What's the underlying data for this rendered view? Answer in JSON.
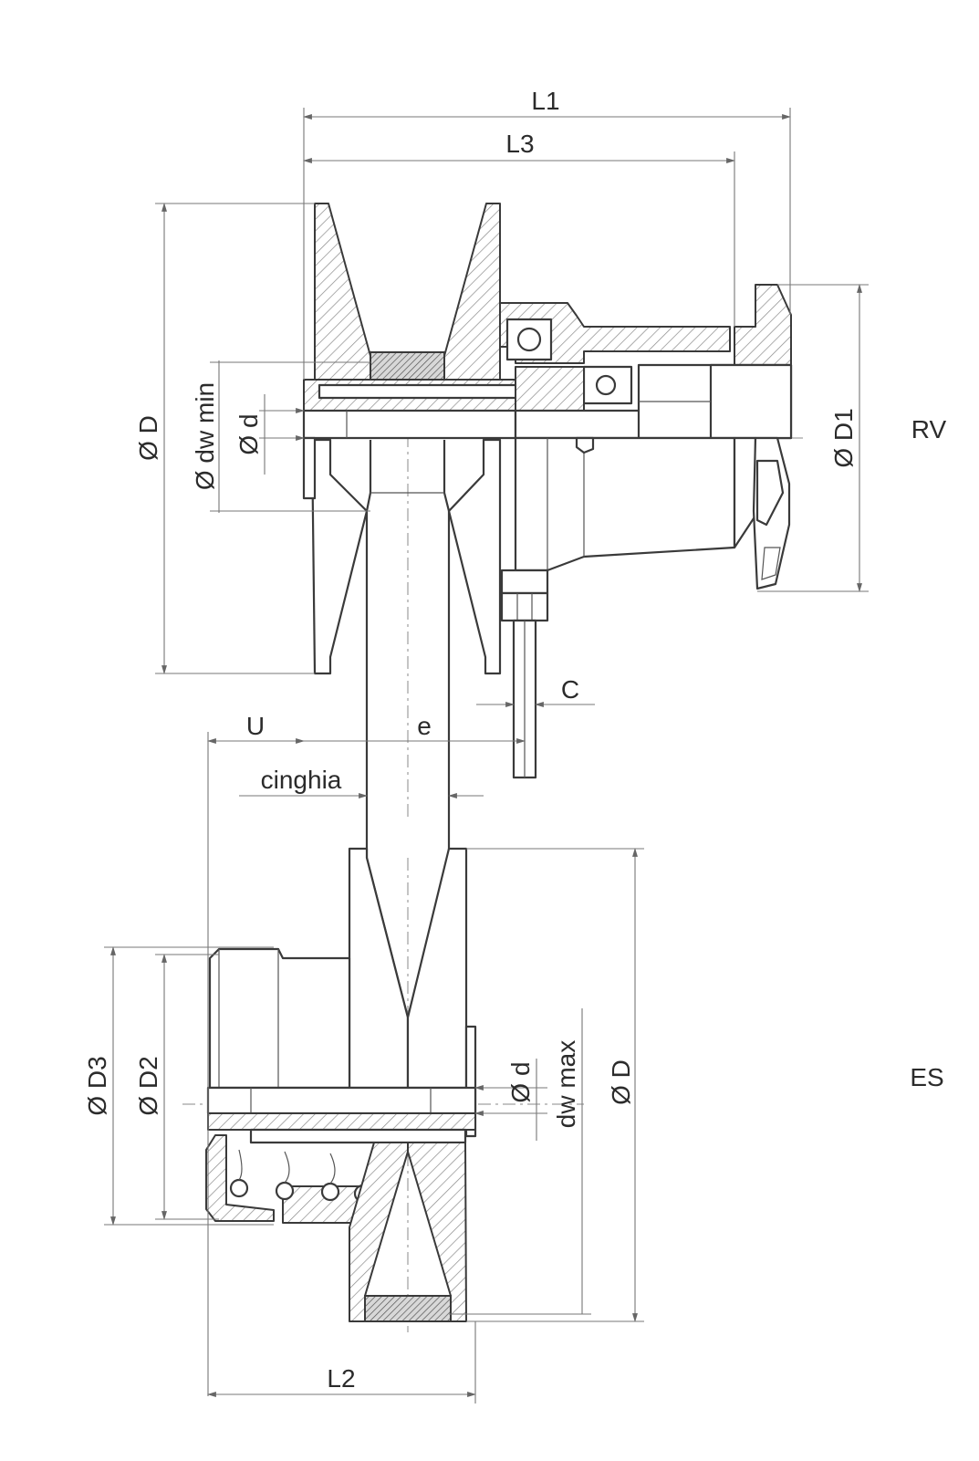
{
  "labels": {
    "L1": "L1",
    "L3": "L3",
    "L2": "L2",
    "U": "U",
    "e": "e",
    "C": "C",
    "cinghia": "cinghia",
    "phi_D_top": "Ø D",
    "phi_dw_min": "Ø dw min",
    "phi_d_top": "Ø d",
    "phi_D1": "Ø D1",
    "RV": "RV",
    "ES": "ES",
    "phi_D3": "Ø D3",
    "phi_D2": "Ø D2",
    "phi_d_bottom": "Ø d",
    "dw_max": "dw max",
    "phi_D_bottom": "Ø D"
  }
}
